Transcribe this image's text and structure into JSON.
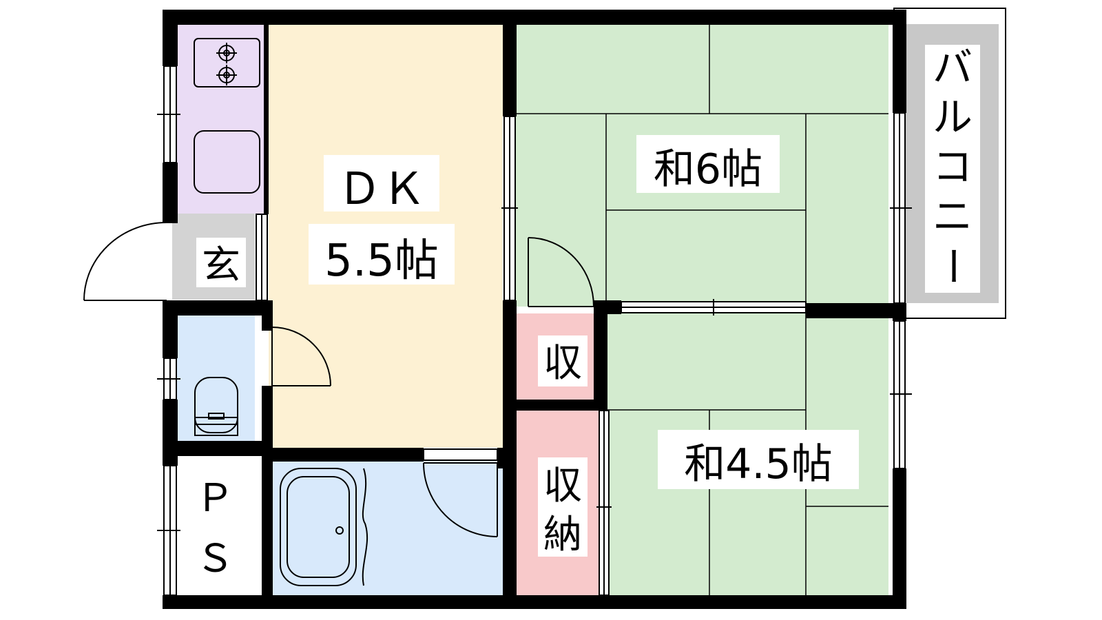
{
  "rooms": {
    "dk": {
      "line1": "ＤＫ",
      "line2": "5.5帖"
    },
    "washitsu6": {
      "label": "和6帖"
    },
    "washitsu45": {
      "label": "和4.5帖"
    },
    "genkan": {
      "label": "玄"
    },
    "closet_small": {
      "label": "収"
    },
    "closet_storage": {
      "line1": "収",
      "line2": "納"
    },
    "ps": {
      "line1": "Ｐ",
      "line2": "Ｓ"
    },
    "balcony": {
      "label": "バルコニー"
    }
  },
  "colors": {
    "wall": "#000000",
    "dk_floor": "#fdf1d3",
    "tatami": "#d3ebcf",
    "kitchen": "#eadcf5",
    "genkan": "#d3d3d3",
    "wet_area": "#d8e9fb",
    "closet": "#f8c9ca",
    "balcony": "#c8c8c8",
    "ps": "#ffffff"
  }
}
